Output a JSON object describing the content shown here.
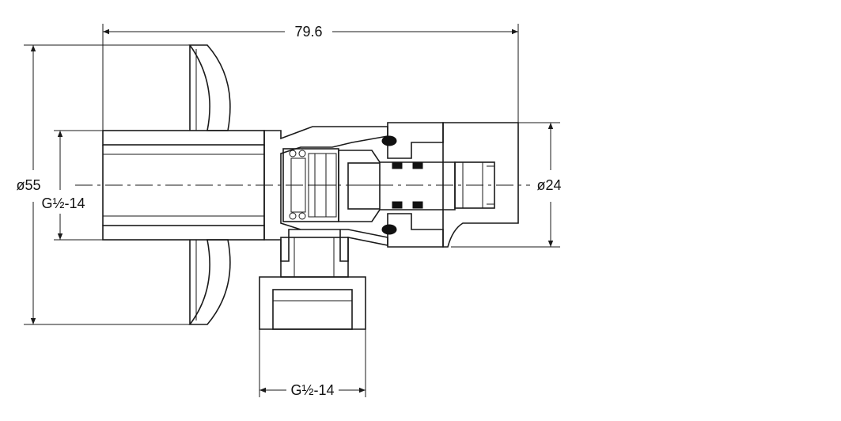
{
  "drawing": {
    "stroke_color": "#1a1a1a",
    "background": "#ffffff"
  },
  "dimensions": {
    "overall_length": "79.6",
    "flange_diameter": "ø55",
    "inlet_thread": "G½-14",
    "handle_diameter": "ø24",
    "outlet_thread": "G½-14"
  }
}
